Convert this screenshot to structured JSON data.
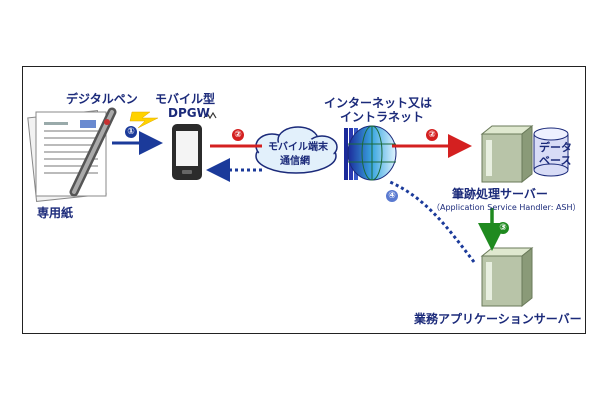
{
  "labels": {
    "digital_pen": "デジタルペン",
    "mobile_type": "モバイル型",
    "dpgw": "DPGW",
    "internet_line1": "インターネット又は",
    "internet_line2": "イントラネット",
    "mobile_net_line1": "モバイル端末",
    "mobile_net_line2": "通信網",
    "paper": "専用紙",
    "ash": "筆跡処理サーバー",
    "ash_sub": "（Application Service Handler: ASH）",
    "db_line1": "データ",
    "db_line2": "ベース",
    "app_server": "業務アプリケーションサーバー"
  },
  "badges": [
    "①",
    "②",
    "②",
    "③",
    "④"
  ],
  "colors": {
    "blue": "#1b3a9a",
    "red": "#d42020",
    "green": "#1f8a1f",
    "label": "#1b2a7a"
  }
}
